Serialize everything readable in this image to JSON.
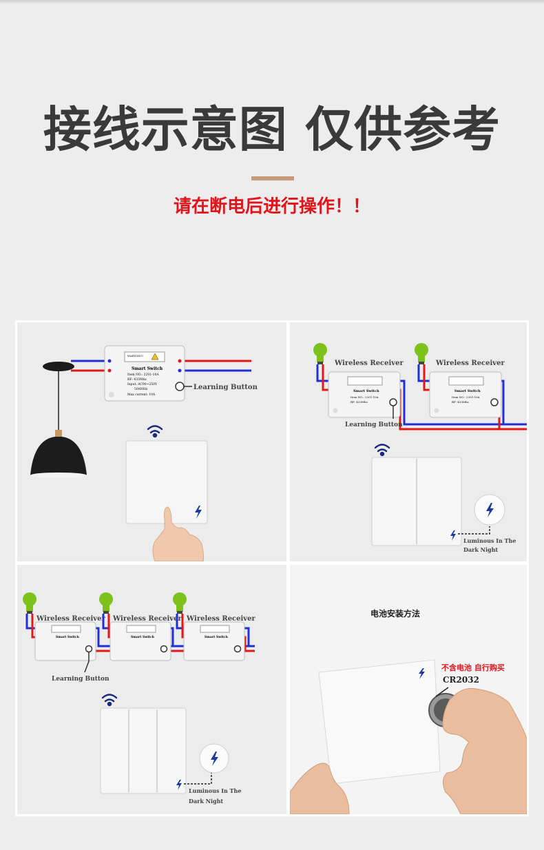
{
  "header": {
    "title": "接线示意图 仅供参考",
    "warning": "请在断电后进行操作！！"
  },
  "module": {
    "warning_label": "WARNING!",
    "brand": "Smart Switch",
    "spec_lines": [
      "Item NO.: 2201-10A",
      "RF: 433Mhz",
      "Input: AC90~250V",
      "50/60Hz",
      "Max current: 10A"
    ]
  },
  "panel1": {
    "learning_button_label": "Learning Button"
  },
  "panel2": {
    "receiver_label": "Wireless Receiver",
    "learning_button_label": "Learning Button",
    "luminous_line1": "Luminous In The",
    "luminous_line2": "Dark Night"
  },
  "panel3": {
    "receiver_label": "Wireless Receiver",
    "learning_button_label": "Learning Button",
    "luminous_line1": "Luminous In The",
    "luminous_line2": "Dark Night"
  },
  "panel4": {
    "title": "电池安装方法",
    "battery_note": "不含电池 自行购买",
    "battery_model": "CR2032"
  },
  "colors": {
    "title": "#3a3a3a",
    "warning": "#e0141a",
    "accent_bar": "#c79a7c",
    "wire_blue": "#1f2fd6",
    "wire_red": "#e01818",
    "bulb_green": "#7cc21b"
  }
}
